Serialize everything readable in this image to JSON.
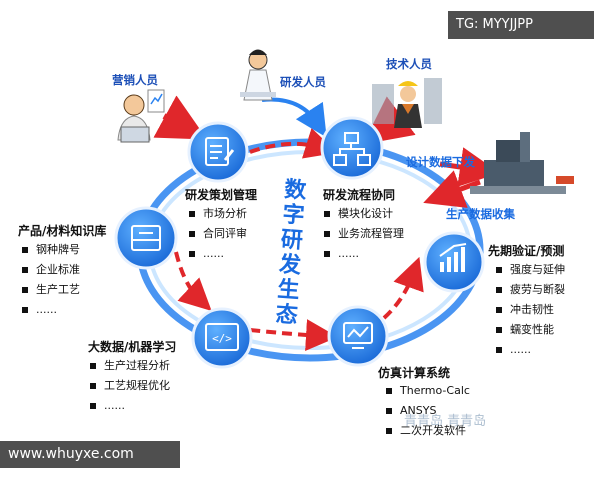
{
  "watermark_top": "TG: MYYJJPP",
  "watermark_bottom": "www.whuyxe.com",
  "watermark_overlay": "青青岛 青青岛",
  "center_label": "数字研发生态",
  "roles": {
    "marketing": "营销人员",
    "rnd": "研发人员",
    "tech": "技术人员"
  },
  "flows": {
    "design_down": "设计数据下发",
    "prod_collect": "生产数据收集"
  },
  "nodes": {
    "plan": {
      "title": "研发策划管理",
      "items": [
        "市场分析",
        "合同评审",
        "......"
      ]
    },
    "flow": {
      "title": "研发流程协同",
      "items": [
        "模块化设计",
        "业务流程管理",
        "......"
      ]
    },
    "knowledge": {
      "title": "产品/材料知识库",
      "items": [
        "钢种牌号",
        "企业标准",
        "生产工艺",
        "......"
      ]
    },
    "verify": {
      "title": "先期验证/预测",
      "items": [
        "强度与延伸",
        "疲劳与断裂",
        "冲击韧性",
        "蠕变性能",
        "......"
      ]
    },
    "bigdata": {
      "title": "大数据/机器学习",
      "items": [
        "生产过程分析",
        "工艺规程优化",
        "......"
      ]
    },
    "sim": {
      "title": "仿真计算系统",
      "items": [
        "Thermo-Calc",
        "ANSYS",
        "二次开发软件"
      ]
    }
  },
  "colors": {
    "ring": "#2a82f0",
    "node": "#2f86ea",
    "arrow": "#e0272b",
    "accent": "#1c4fb7"
  }
}
